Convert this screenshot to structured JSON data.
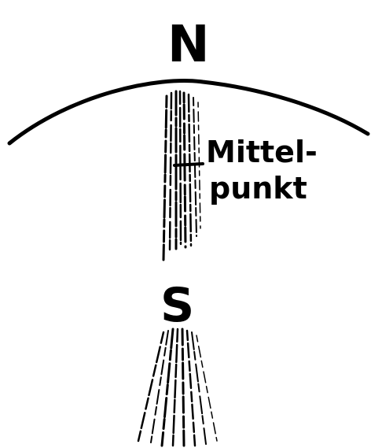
{
  "labels": {
    "north": "N",
    "south": "S",
    "center_line1": "Mittel-",
    "center_line2": "punkt"
  },
  "colors": {
    "ink": "#000000",
    "paper": "#ffffff"
  }
}
